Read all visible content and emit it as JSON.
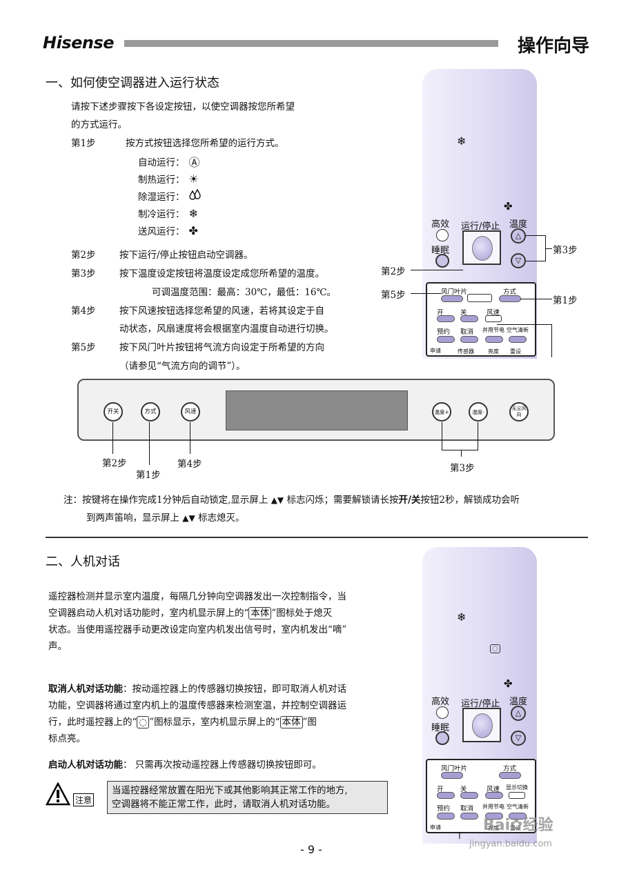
{
  "header": {
    "brand": "Hisense",
    "title": "操作向导"
  },
  "section1": {
    "heading": "一、如何使空调器进入运行状态",
    "intro_line1": "请按下述步骤按下各设定按钮，以使空调器按您所希望",
    "intro_line2": "的方式运行。",
    "step1_label": "第1步",
    "step1_text": "按方式按钮选择您所希望的运行方式。",
    "modes": [
      {
        "label": "自动运行：",
        "icon": "Ⓐ",
        "icon_name": "auto-mode-icon"
      },
      {
        "label": "制热运行：",
        "icon": "☀",
        "icon_name": "heat-mode-icon"
      },
      {
        "label": "除湿运行：",
        "icon": "ᐃ",
        "icon_name": "dry-mode-icon"
      },
      {
        "label": "制冷运行：",
        "icon": "❄",
        "icon_name": "cool-mode-icon"
      },
      {
        "label": "送风运行：",
        "icon": "✤",
        "icon_name": "fan-mode-icon"
      }
    ],
    "step2_label": "第2步",
    "step2_text": "按下运行/停止按钮启动空调器。",
    "step3_label": "第3步",
    "step3_text": "按下温度设定按钮将温度设定成您所希望的温度。",
    "step3_range": "可调温度范围：最高：30℃，最低：16℃。",
    "step4_label": "第4步",
    "step4_line1": "按下风速按钮选择您希望的风速，若将其设定于自",
    "step4_line2": "动状态，风扇速度将会根据室内温度自动进行切换。",
    "step5_label": "第5步",
    "step5_line1": "按下风门叶片按钮将气流方向设定于所希望的方向",
    "step5_line2": "（请参见“气流方向的调节”）。"
  },
  "remote": {
    "snow_icon": "❄",
    "fan_icon": "✤",
    "gaoxiao": "高效",
    "shuimian": "睡眠",
    "run_stop": "运行/停止",
    "wendu": "温度",
    "up": "△",
    "down": "▽",
    "fengmen": "风门叶片",
    "fangshi": "方式",
    "kai": "开",
    "guan": "关",
    "fengsu": "风速",
    "yuyue": "预约",
    "quxiao": "取消",
    "jingyong": "井用节电",
    "kongqi": "空气清新",
    "chuanganqi": "传感器",
    "liangdu": "亮度",
    "chongshe": "重设",
    "xianshi": "显示切换",
    "shenqi": "申请"
  },
  "callouts_remote1": {
    "step3": "第3步",
    "step2": "第2步",
    "step5": "第5步",
    "step1": "第1步"
  },
  "unit": {
    "btn_power": "开关",
    "btn_mode": "方式",
    "btn_fan": "风速",
    "btn_temp_up": "温度+",
    "btn_temp_down": "温度-",
    "btn_clean": "无尘风向",
    "cap_step2": "第2步",
    "cap_step1": "第1步",
    "cap_step4": "第4步",
    "cap_step3": "第3步"
  },
  "note": {
    "line1_a": "注：按键将在操作完成1分钟后自动锁定,显示屏上",
    "line1_b": "标志闪烁；需要解锁请长按",
    "line1_bold": "开/关",
    "line1_c": "按钮2秒，解锁成功会听",
    "line2_a": "到两声笛响，显示屏上",
    "line2_b": "标志熄灭。"
  },
  "section2": {
    "heading": "二、人机对话",
    "p1_l1": "遥控器检测并显示室内温度，每隔几分钟向空调器发出一次控制指令，当",
    "p1_l2a": "空调器启动人机对话功能时，室内机显示屏上的“",
    "p1_l2box": "本体",
    "p1_l2b": "”图标处于熄灭",
    "p1_l3": "状态。当使用遥控器手动更改设定向室内机发出信号时，室内机发出“嘀”",
    "p1_l4": "声。",
    "p2_title": "取消人机对话功能",
    "p2_l1": "：按动遥控器上的传感器切换按钮，即可取消人机对话",
    "p2_l2": "功能，空调器将通过室内机上的温度传感器来检测室温，并控制空调器运",
    "p2_l3a": "行，此时遥控器上的“",
    "p2_l3b": "”图标显示，室内机显示屏上的“",
    "p2_l3box": "本体",
    "p2_l3c": "”图",
    "p2_l4": "标点亮。",
    "p3_title": "启动人机对话功能",
    "p3_text": "：    只需再次按动遥控器上传感器切换按钮即可。",
    "note_label": "注意",
    "warning_l1": "当遥控器经常放置在阳光下或其他影响其正常工作的地方,",
    "warning_l2": "空调器将不能正常工作，此时，请取消人机对话功能。"
  },
  "footer": {
    "page": "- 9 -",
    "watermark1": "Bai",
    "watermark2": "经验",
    "watermark3": "jingyan.baidu.com"
  }
}
